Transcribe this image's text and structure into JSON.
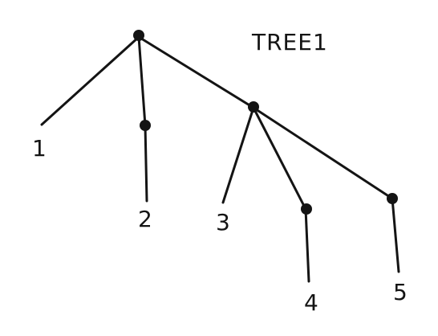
{
  "diagram": {
    "title": "TREE1",
    "leaf_labels": [
      "1",
      "2",
      "3",
      "4",
      "5"
    ],
    "ink_color": "#141414",
    "background_color": "#ffffff"
  }
}
